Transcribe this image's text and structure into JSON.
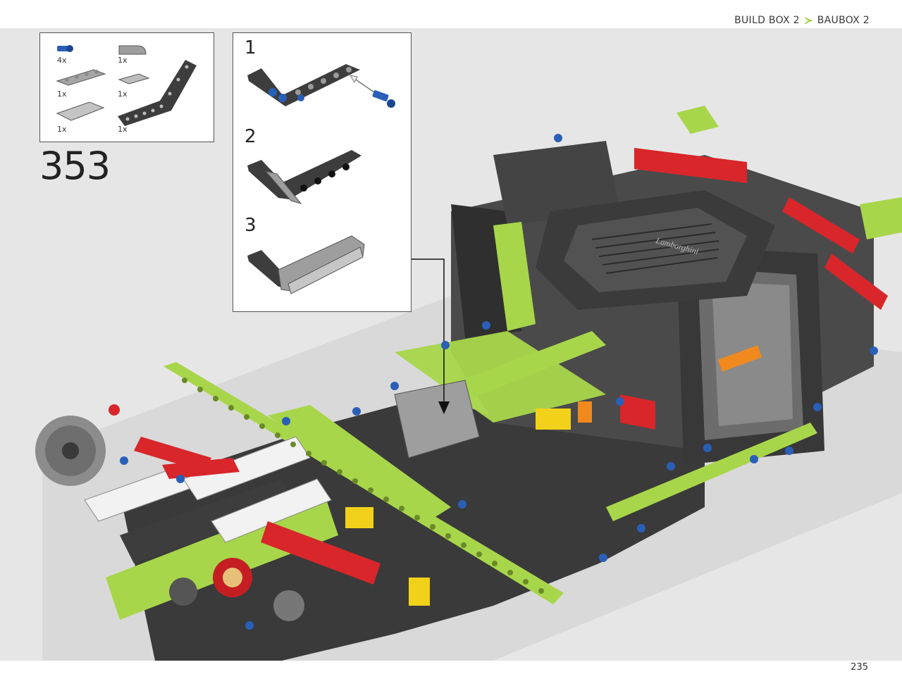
{
  "header": {
    "breadcrumb_en": "BUILD BOX 2",
    "breadcrumb_de": "BAUBOX 2"
  },
  "parts_list": [
    {
      "qty": "4x",
      "part": "blue-axle-pin"
    },
    {
      "qty": "1x",
      "part": "grey-curved-slope"
    },
    {
      "qty": "1x",
      "part": "grey-plate-1x4"
    },
    {
      "qty": "1x",
      "part": "grey-tile-1x2"
    },
    {
      "qty": "1x",
      "part": "grey-tile-2x4"
    },
    {
      "qty": "1x",
      "part": "black-bent-beam"
    }
  ],
  "step": {
    "number": "353",
    "substeps": [
      "1",
      "2",
      "3"
    ]
  },
  "model": {
    "brand_text": "Lamborghini"
  },
  "colors": {
    "lime": "#a8d64a",
    "red": "#d8262a",
    "blue": "#2a5fb8",
    "dark_grey": "#3d3d3d",
    "light_grey": "#9e9e9e",
    "background": "#e6e6e6",
    "yellow": "#f2d11a",
    "orange": "#f08a1e"
  },
  "footer": {
    "page_number": "235"
  }
}
